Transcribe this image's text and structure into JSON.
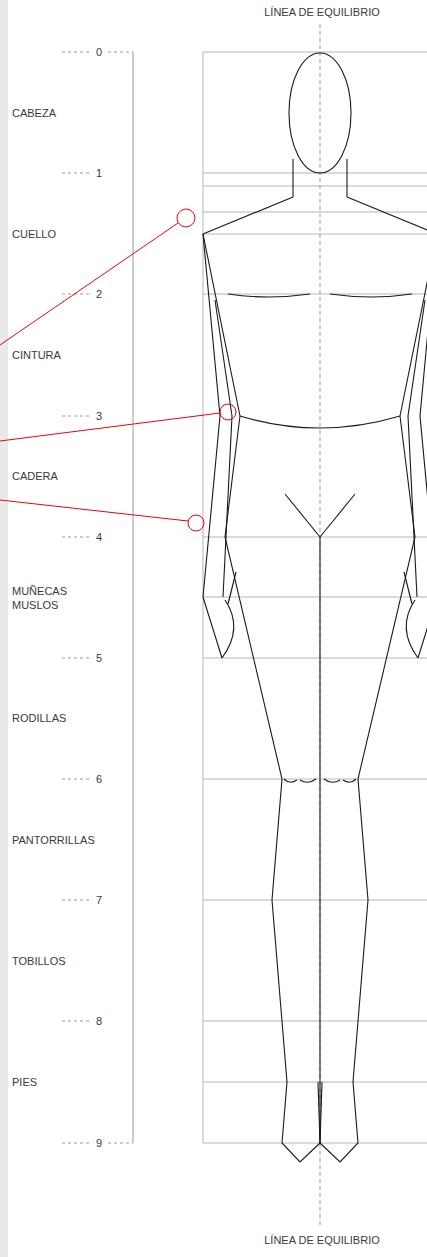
{
  "diagram": {
    "labels": [
      "LÍNEA DE EQUILIBRIO",
      "0",
      "CABEZA",
      "1",
      "CUELLO",
      "2",
      "CINTURA",
      "3",
      "CADERA",
      "4",
      "MUÑECAS",
      "MUSLOS",
      "5",
      "RODILLAS",
      "6",
      "PANTORRILLAS",
      "7",
      "TOBILLOS",
      "8",
      "PIES",
      "9",
      "LÍNEA DE EQUILIBRIO"
    ]
  }
}
